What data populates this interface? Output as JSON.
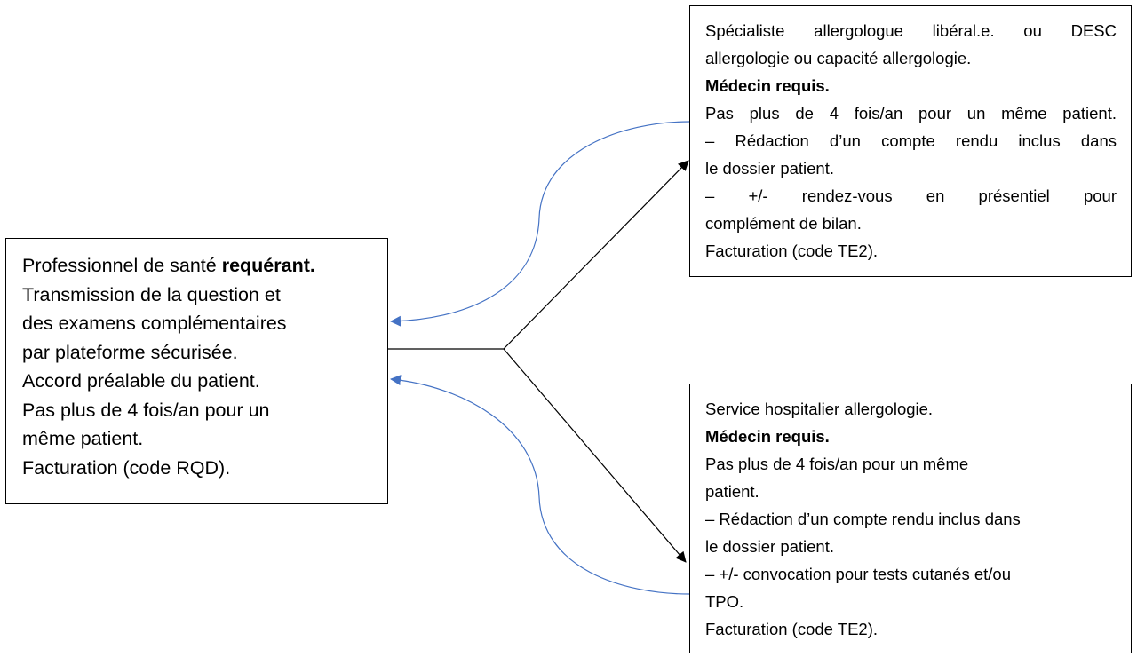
{
  "requester": {
    "role_prefix": "Professionnel de santé ",
    "role_bold": "requérant.",
    "lines": [
      "Transmission de la question et",
      "des examens complémentaires",
      "par plateforme sécurisée.",
      "Accord préalable du patient.",
      "Pas plus de 4 fois/an pour un",
      "même patient.",
      "Facturation (code RQD)."
    ]
  },
  "specialist": {
    "line1": "Spécialiste allergologue libéral.e. ou DESC",
    "line2": "allergologie ou capacité allergologie.",
    "bold": "Médecin requis.",
    "limit": "Pas plus de 4 fois/an pour un même patient.",
    "report_1": "– Rédaction d’un compte rendu inclus dans",
    "report_2": "le dossier patient.",
    "visit_1": "– +/- rendez-vous en présentiel pour",
    "visit_2": "complément de bilan.",
    "billing": "Facturation (code TE2)."
  },
  "hospital": {
    "line1": "Service hospitalier allergologie.",
    "bold": "Médecin requis.",
    "limit_1": "Pas plus de 4 fois/an pour un même",
    "limit_2": "patient.",
    "report_1": "– Rédaction d’un compte rendu inclus dans",
    "report_2": "le dossier patient.",
    "tests_1": "– +/- convocation pour tests cutanés et/ou",
    "tests_2": "TPO.",
    "billing": "Facturation (code TE2)."
  },
  "colors": {
    "line": "#000000",
    "return_arrow": "#4472c4"
  }
}
